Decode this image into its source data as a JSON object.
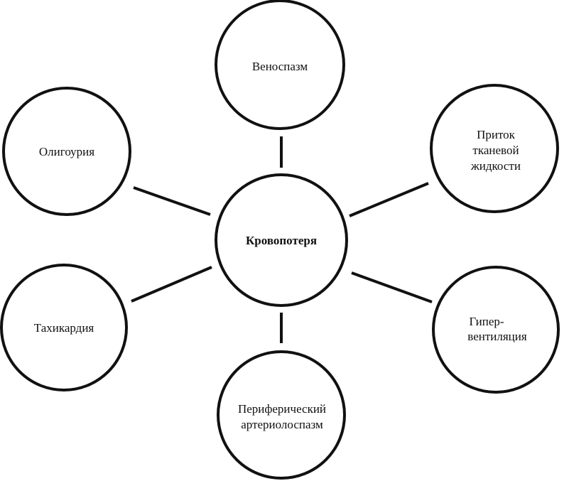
{
  "diagram": {
    "center": {
      "label": "Кровопотеря"
    },
    "nodes": {
      "venospasm": {
        "lines": [
          "Веноспазм"
        ]
      },
      "oliguria": {
        "lines": [
          "Олигоурия"
        ]
      },
      "tissue_fluid": {
        "lines": [
          "Приток",
          "тканевой",
          "жидкости"
        ]
      },
      "tachycardia": {
        "lines": [
          "Тахикардия"
        ]
      },
      "hyperventilation": {
        "lines": [
          "Гипер-",
          "вентиляция"
        ]
      },
      "arteriolospasm": {
        "lines": [
          "Периферический",
          "артериолоспазм"
        ]
      }
    },
    "colors": {
      "stroke": "#111111",
      "background": "#ffffff"
    }
  }
}
